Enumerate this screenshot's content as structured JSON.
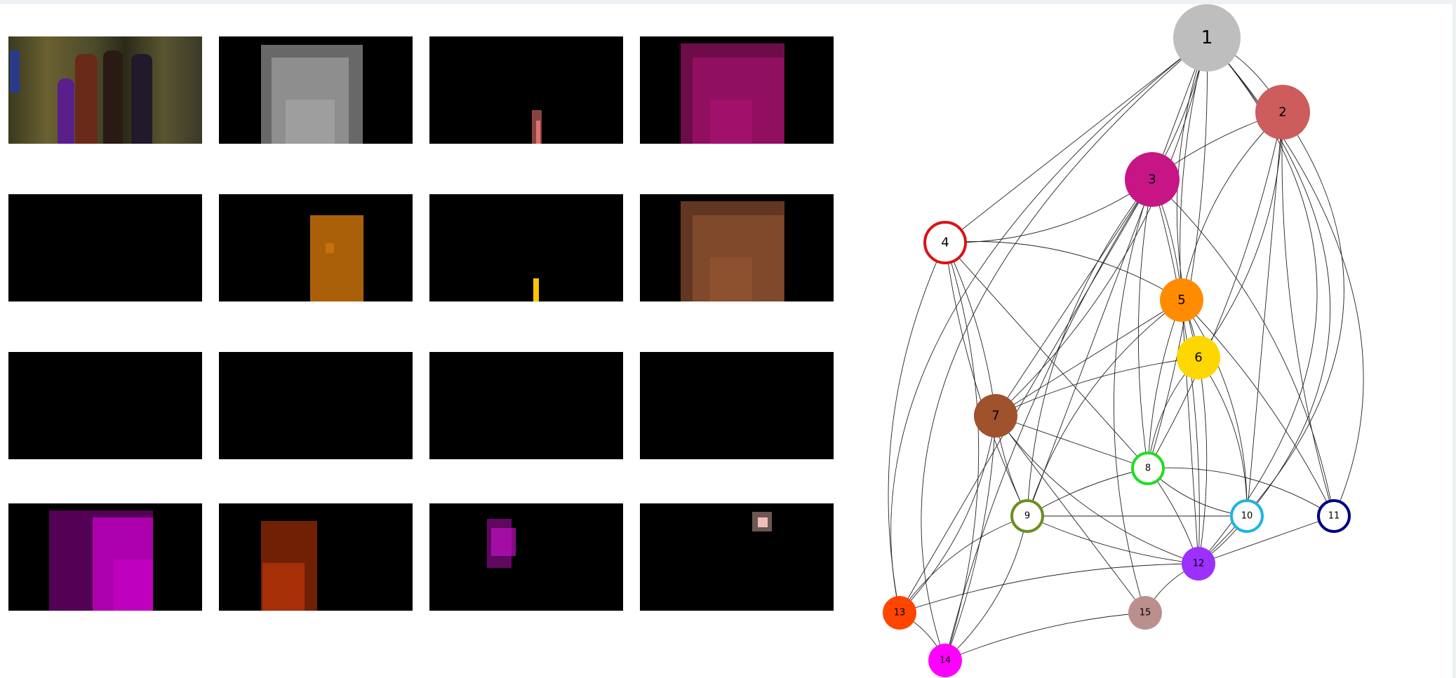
{
  "panels": [
    {
      "id": "scene-photo",
      "kind": "photo"
    },
    {
      "id": "mask-grey",
      "color": "#bdbdbd"
    },
    {
      "id": "mask-salmon",
      "color": "#e0726a"
    },
    {
      "id": "mask-magenta",
      "color": "#c71585"
    },
    {
      "id": "mask-empty-1",
      "color": "#000000"
    },
    {
      "id": "mask-orange",
      "color": "#c8710a"
    },
    {
      "id": "mask-yellow",
      "color": "#ffc400"
    },
    {
      "id": "mask-sienna",
      "color": "#b0643c"
    },
    {
      "id": "mask-empty-2",
      "color": "#000000"
    },
    {
      "id": "mask-empty-3",
      "color": "#000000"
    },
    {
      "id": "mask-empty-4",
      "color": "#000000"
    },
    {
      "id": "mask-empty-5",
      "color": "#000000"
    },
    {
      "id": "mask-purple",
      "color": "#d100d1"
    },
    {
      "id": "mask-orangered",
      "color": "#cc3a0a"
    },
    {
      "id": "mask-violet",
      "color": "#c010c0"
    },
    {
      "id": "mask-pink",
      "color": "#f0c0b8"
    }
  ],
  "graph": {
    "nodes": [
      {
        "label": "1",
        "fill": "#bebebe",
        "stroke": null
      },
      {
        "label": "2",
        "fill": "#cd5c5c",
        "stroke": null
      },
      {
        "label": "3",
        "fill": "#c71585",
        "stroke": null
      },
      {
        "label": "4",
        "fill": "#ffffff",
        "stroke": "#dd1111"
      },
      {
        "label": "5",
        "fill": "#ff8c00",
        "stroke": null
      },
      {
        "label": "6",
        "fill": "#ffd700",
        "stroke": null
      },
      {
        "label": "7",
        "fill": "#a0522d",
        "stroke": null
      },
      {
        "label": "8",
        "fill": "#ffffff",
        "stroke": "#22dd22"
      },
      {
        "label": "9",
        "fill": "#ffffff",
        "stroke": "#6b8e23"
      },
      {
        "label": "10",
        "fill": "#ffffff",
        "stroke": "#1eb4e6"
      },
      {
        "label": "11",
        "fill": "#ffffff",
        "stroke": "#000080"
      },
      {
        "label": "12",
        "fill": "#9b30ff",
        "stroke": null
      },
      {
        "label": "13",
        "fill": "#ff4500",
        "stroke": null
      },
      {
        "label": "14",
        "fill": "#ff00ff",
        "stroke": null
      },
      {
        "label": "15",
        "fill": "#bc8f8f",
        "stroke": null
      }
    ],
    "edges": [
      [
        1,
        2
      ],
      [
        1,
        3
      ],
      [
        1,
        4
      ],
      [
        1,
        5
      ],
      [
        1,
        6
      ],
      [
        1,
        7
      ],
      [
        1,
        8
      ],
      [
        1,
        9
      ],
      [
        1,
        10
      ],
      [
        1,
        11
      ],
      [
        1,
        12
      ],
      [
        1,
        13
      ],
      [
        1,
        14
      ],
      [
        2,
        3
      ],
      [
        2,
        5
      ],
      [
        2,
        6
      ],
      [
        2,
        8
      ],
      [
        2,
        10
      ],
      [
        2,
        11
      ],
      [
        2,
        12
      ],
      [
        3,
        4
      ],
      [
        3,
        5
      ],
      [
        3,
        7
      ],
      [
        3,
        8
      ],
      [
        3,
        9
      ],
      [
        3,
        11
      ],
      [
        3,
        12
      ],
      [
        3,
        13
      ],
      [
        3,
        14
      ],
      [
        3,
        15
      ],
      [
        4,
        5
      ],
      [
        4,
        7
      ],
      [
        4,
        8
      ],
      [
        4,
        9
      ],
      [
        4,
        13
      ],
      [
        4,
        14
      ],
      [
        5,
        6
      ],
      [
        5,
        7
      ],
      [
        5,
        8
      ],
      [
        5,
        9
      ],
      [
        5,
        10
      ],
      [
        5,
        11
      ],
      [
        5,
        12
      ],
      [
        6,
        7
      ],
      [
        6,
        8
      ],
      [
        6,
        10
      ],
      [
        6,
        12
      ],
      [
        7,
        8
      ],
      [
        7,
        9
      ],
      [
        7,
        12
      ],
      [
        7,
        13
      ],
      [
        7,
        14
      ],
      [
        7,
        15
      ],
      [
        8,
        9
      ],
      [
        8,
        10
      ],
      [
        8,
        11
      ],
      [
        8,
        12
      ],
      [
        9,
        10
      ],
      [
        9,
        12
      ],
      [
        9,
        13
      ],
      [
        9,
        14
      ],
      [
        10,
        12
      ],
      [
        11,
        12
      ],
      [
        12,
        13
      ],
      [
        12,
        15
      ],
      [
        13,
        14
      ],
      [
        14,
        15
      ]
    ]
  }
}
